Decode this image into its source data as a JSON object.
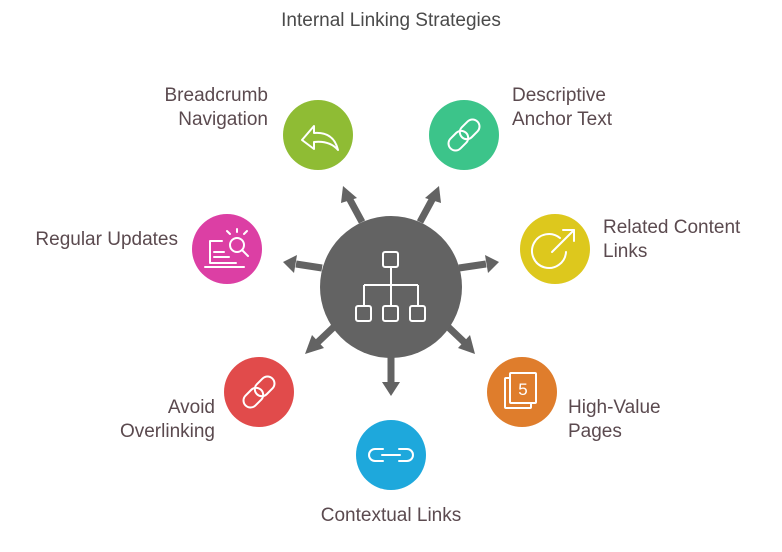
{
  "title": "Internal Linking Strategies",
  "colors": {
    "hub": "#636363",
    "arrow": "#636363",
    "breadcrumb": "#8fbc34",
    "descriptive": "#3cc48a",
    "related": "#ddc81d",
    "high_value": "#df7d2c",
    "contextual": "#1ea8dc",
    "avoid": "#e14b4b",
    "regular": "#dc3fa4",
    "label_text": "#5b4a4f"
  },
  "nodes": [
    {
      "id": "breadcrumb",
      "label": "Breadcrumb\nNavigation",
      "icon": "return-arrow-icon"
    },
    {
      "id": "descriptive",
      "label": "Descriptive\nAnchor Text",
      "icon": "chain-link-icon"
    },
    {
      "id": "related",
      "label": "Related Content\nLinks",
      "icon": "external-link-arrow-icon"
    },
    {
      "id": "high_value",
      "label": "High-Value\nPages",
      "icon": "numbered-stack-icon",
      "icon_text": "5"
    },
    {
      "id": "contextual",
      "label": "Contextual Links",
      "icon": "link-icon"
    },
    {
      "id": "avoid",
      "label": "Avoid\nOverlinking",
      "icon": "chain-link-icon"
    },
    {
      "id": "regular",
      "label": "Regular Updates",
      "icon": "laptop-search-icon"
    }
  ],
  "hub_icon": "sitemap-hierarchy-icon"
}
